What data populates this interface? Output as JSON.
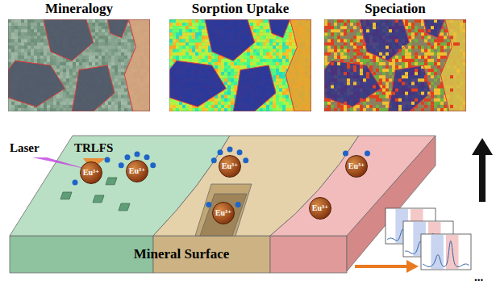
{
  "diagram": {
    "nodes": [
      {
        "text": [
          "Mineralogy"
        ]
      },
      {
        "text": [
          "Sorption Uptake"
        ]
      },
      {
        "text": [
          "Speciation"
        ]
      },
      {
        "text": [
          "Mineral Surface"
        ]
      },
      {
        "text": [
          "Eu³⁺"
        ],
        "in": 3
      },
      {
        "text": [
          "Eu³⁺"
        ],
        "in": 3
      },
      {
        "text": [
          "Eu³⁺"
        ],
        "in": 3
      },
      {
        "text": [
          "Eu³⁺"
        ],
        "in": 3
      },
      {
        "text": [
          "Eu³⁺"
        ],
        "in": 3
      },
      {
        "text": [
          "Eu³⁺"
        ],
        "in": 3
      }
    ],
    "labels": [
      "Laser",
      "TRLFS",
      "..."
    ]
  }
}
